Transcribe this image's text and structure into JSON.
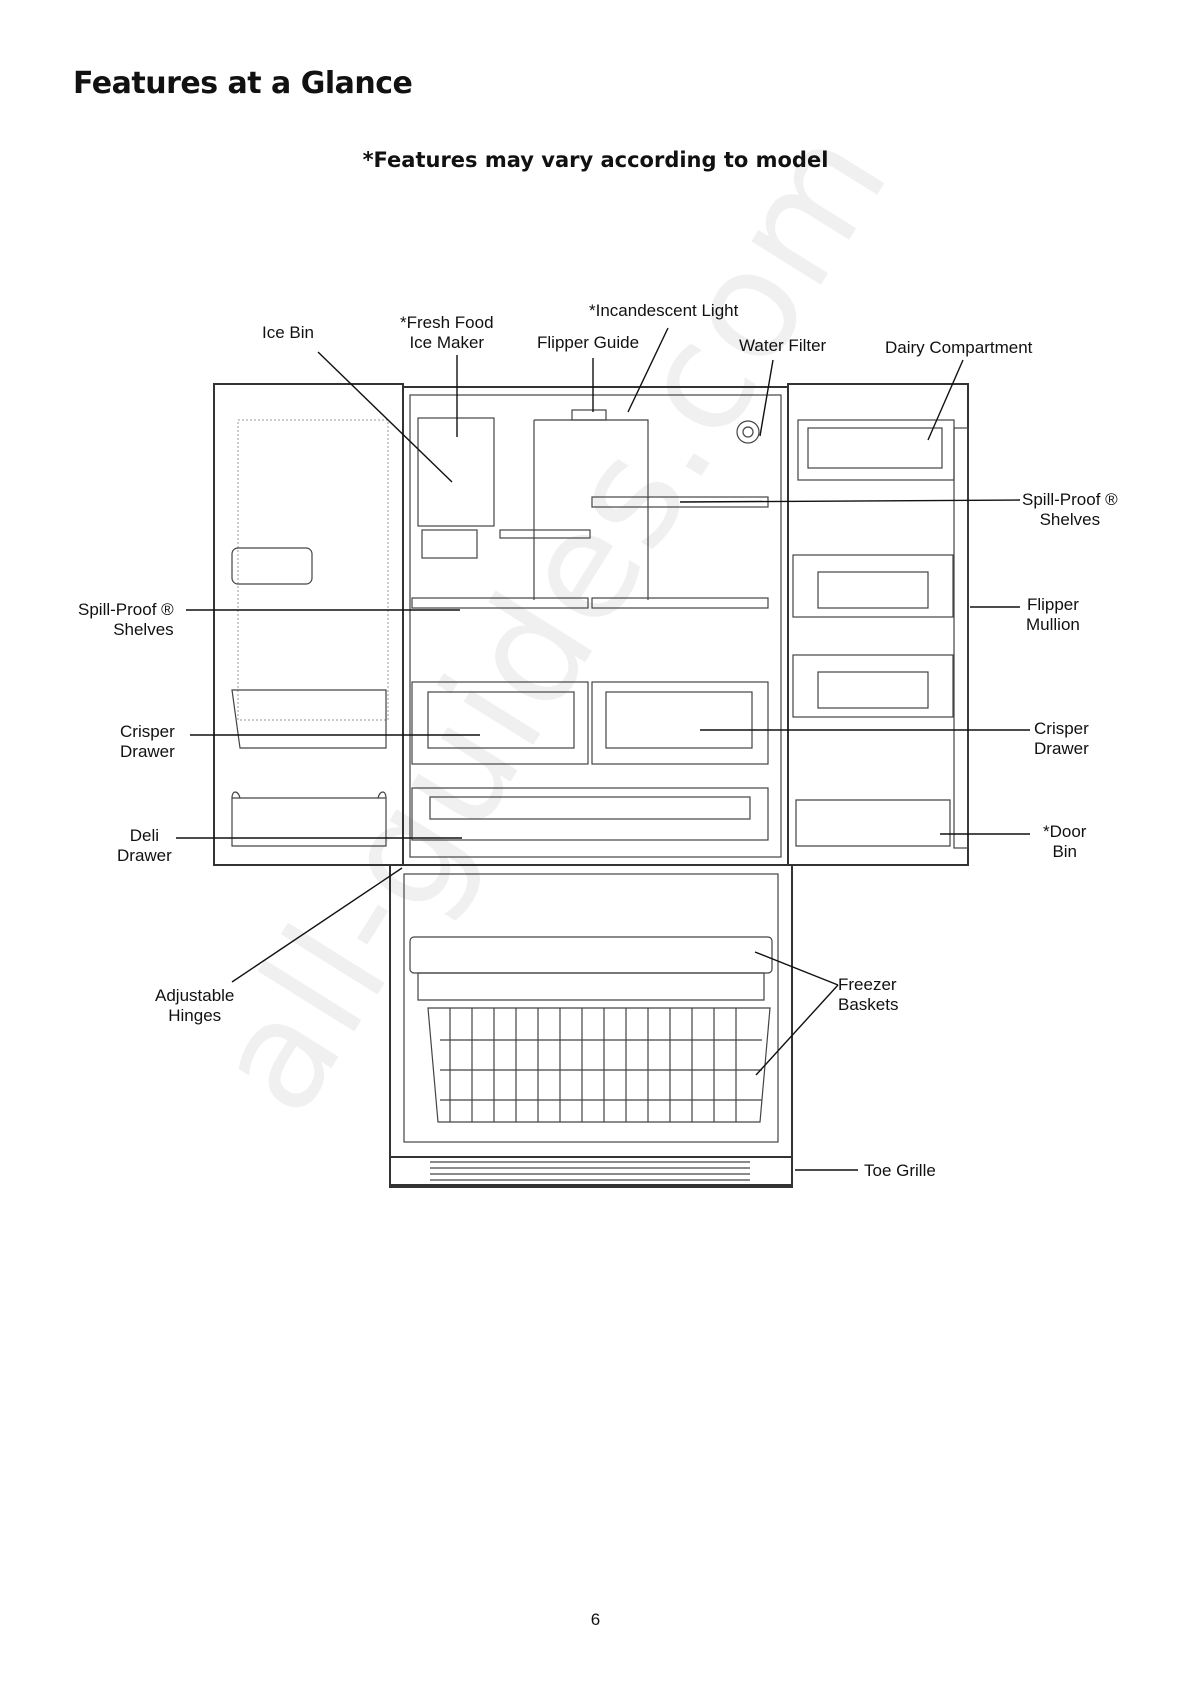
{
  "page": {
    "title": "Features at a Glance",
    "subtitle": "*Features may vary according to model",
    "page_number": "6",
    "watermark": "all-guides.com"
  },
  "labels": {
    "ice_bin": "Ice Bin",
    "ice_maker": "*Fresh Food\nIce Maker",
    "incandescent_light": "*Incandescent Light",
    "flipper_guide": "Flipper Guide",
    "water_filter": "Water Filter",
    "dairy_compartment": "Dairy Compartment",
    "shelves_right": "Spill-Proof ®\nShelves",
    "shelves_left": "Spill-Proof ®\nShelves",
    "flipper_mullion": "Flipper\nMullion",
    "crisper_left": "Crisper\nDrawer",
    "crisper_right": "Crisper\nDrawer",
    "deli_drawer": "Deli\nDrawer",
    "door_bin": "*Door\nBin",
    "adjustable_hinges": "Adjustable\nHinges",
    "freezer_baskets": "Freezer\nBaskets",
    "toe_grille": "Toe Grille"
  }
}
